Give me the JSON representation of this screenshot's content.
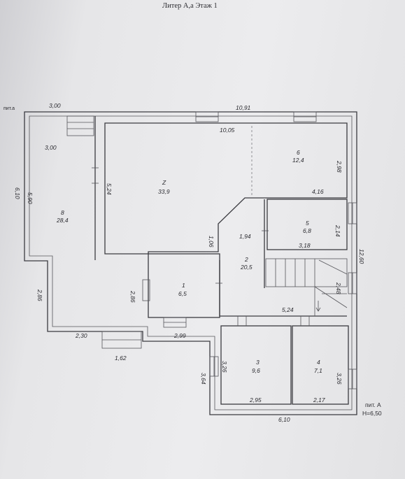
{
  "title": "Литер А,а Этаж 1",
  "labels": {
    "pit_a_small": "пит.а",
    "pit_a_big": "пит. А",
    "height": "H=6,50"
  },
  "rooms": [
    {
      "num": "Z",
      "area": "33,9"
    },
    {
      "num": "6",
      "area": "12,4"
    },
    {
      "num": "8",
      "area": "28,4"
    },
    {
      "num": "5",
      "area": "6,8"
    },
    {
      "num": "2",
      "area": "20,5"
    },
    {
      "num": "1",
      "area": "6,5"
    },
    {
      "num": "3",
      "area": "9,6"
    },
    {
      "num": "4",
      "area": "7,1"
    }
  ],
  "dims": {
    "top_left_300": "3,00",
    "top_1091": "10,91",
    "inner_1005": "10,05",
    "inner_300": "3,00",
    "left_610": "6,10",
    "left_590": "5,90",
    "left_286": "2,86",
    "z_524": "5,24",
    "r6_298": "2,98",
    "r6_416": "4,16",
    "r2_106": "1,06",
    "r2_194": "1,94",
    "r5_214": "2,14",
    "r5_318": "3,18",
    "right_1260": "12,60",
    "stair_248": "2,48",
    "r2_524": "5,24",
    "r1_286": "2,86",
    "bot_230": "2,30",
    "bot_299": "2,99",
    "bot_162": "1,62",
    "r3_326": "3,26",
    "r3_364": "3,64",
    "r4_326": "3,26",
    "r3_295": "2,95",
    "r4_217": "2,17",
    "bot_610": "6,10"
  }
}
